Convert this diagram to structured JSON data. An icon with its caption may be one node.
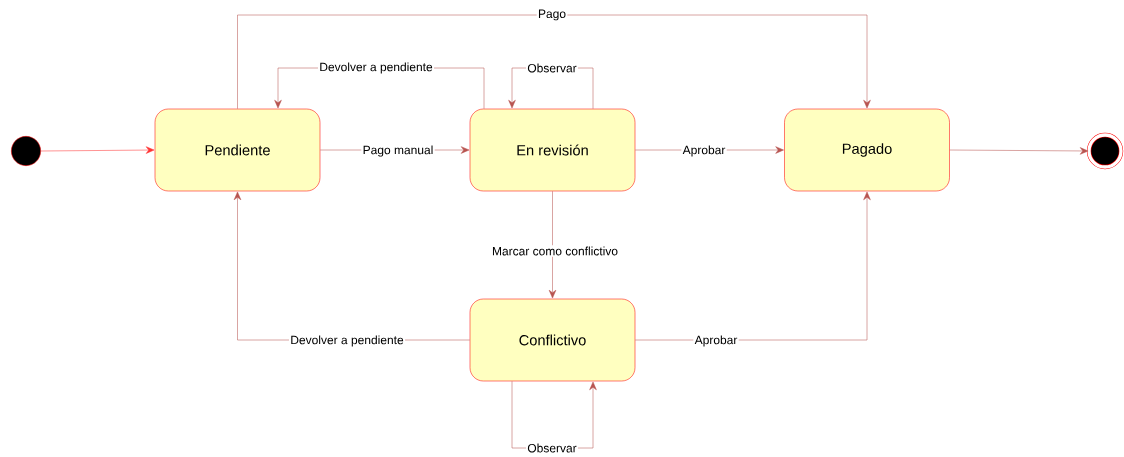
{
  "diagram": {
    "nodes": [
      {
        "text": [],
        "shape": "circle"
      },
      {
        "text": [
          "Pendiente"
        ]
      },
      {
        "text": [
          "En revisión"
        ]
      },
      {
        "text": [
          "Pagado"
        ]
      },
      {
        "text": [
          "Conflictivo"
        ]
      },
      {
        "text": [],
        "shape": "circle"
      }
    ],
    "edges": [
      {
        "from": 0,
        "to": 1,
        "arrow": "to",
        "color": "#ff3333"
      },
      {
        "from": 1,
        "to": 2,
        "arrow": "to",
        "label": "Pago manual"
      },
      {
        "from": 2,
        "to": 1,
        "arrow": "to",
        "label": "Devolver a pendiente"
      },
      {
        "from": 2,
        "to": 2,
        "arrow": "to",
        "label": "Observar"
      },
      {
        "from": 1,
        "to": 3,
        "arrow": "to",
        "label": "Pago"
      },
      {
        "from": 2,
        "to": 3,
        "arrow": "to",
        "label": "Aprobar"
      },
      {
        "from": 2,
        "to": 4,
        "arrow": "to",
        "label": "Marcar como conflictivo"
      },
      {
        "from": 4,
        "to": 1,
        "arrow": "to",
        "label": "Devolver a pendiente"
      },
      {
        "from": 4,
        "to": 3,
        "arrow": "to",
        "label": "Aprobar"
      },
      {
        "from": 4,
        "to": 4,
        "arrow": "to",
        "label": "Observar"
      },
      {
        "from": 3,
        "to": 5,
        "arrow": "to"
      }
    ]
  }
}
